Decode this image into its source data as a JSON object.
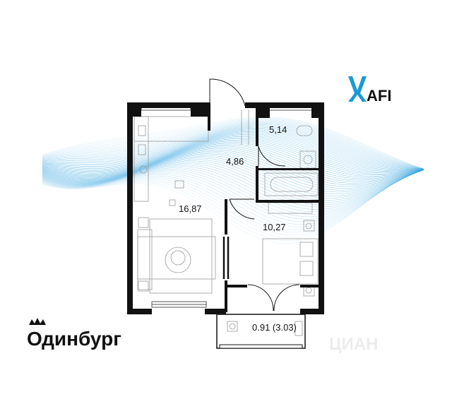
{
  "plan": {
    "rooms": [
      {
        "id": "living",
        "area": "16,87"
      },
      {
        "id": "hall",
        "area": "4,86"
      },
      {
        "id": "bath",
        "area": "5,14"
      },
      {
        "id": "bedroom",
        "area": "10,27"
      },
      {
        "id": "balcony",
        "area": "0.91 (3.03)"
      }
    ]
  },
  "brand": {
    "afi_logo": "AFI",
    "project_name": "Одинбург",
    "watermark": "ЦИАН"
  },
  "colors": {
    "wall": "#111111",
    "wave": "#3aa6e0",
    "afi": "#1a9ad6",
    "furniture": "#9a9a9a"
  }
}
